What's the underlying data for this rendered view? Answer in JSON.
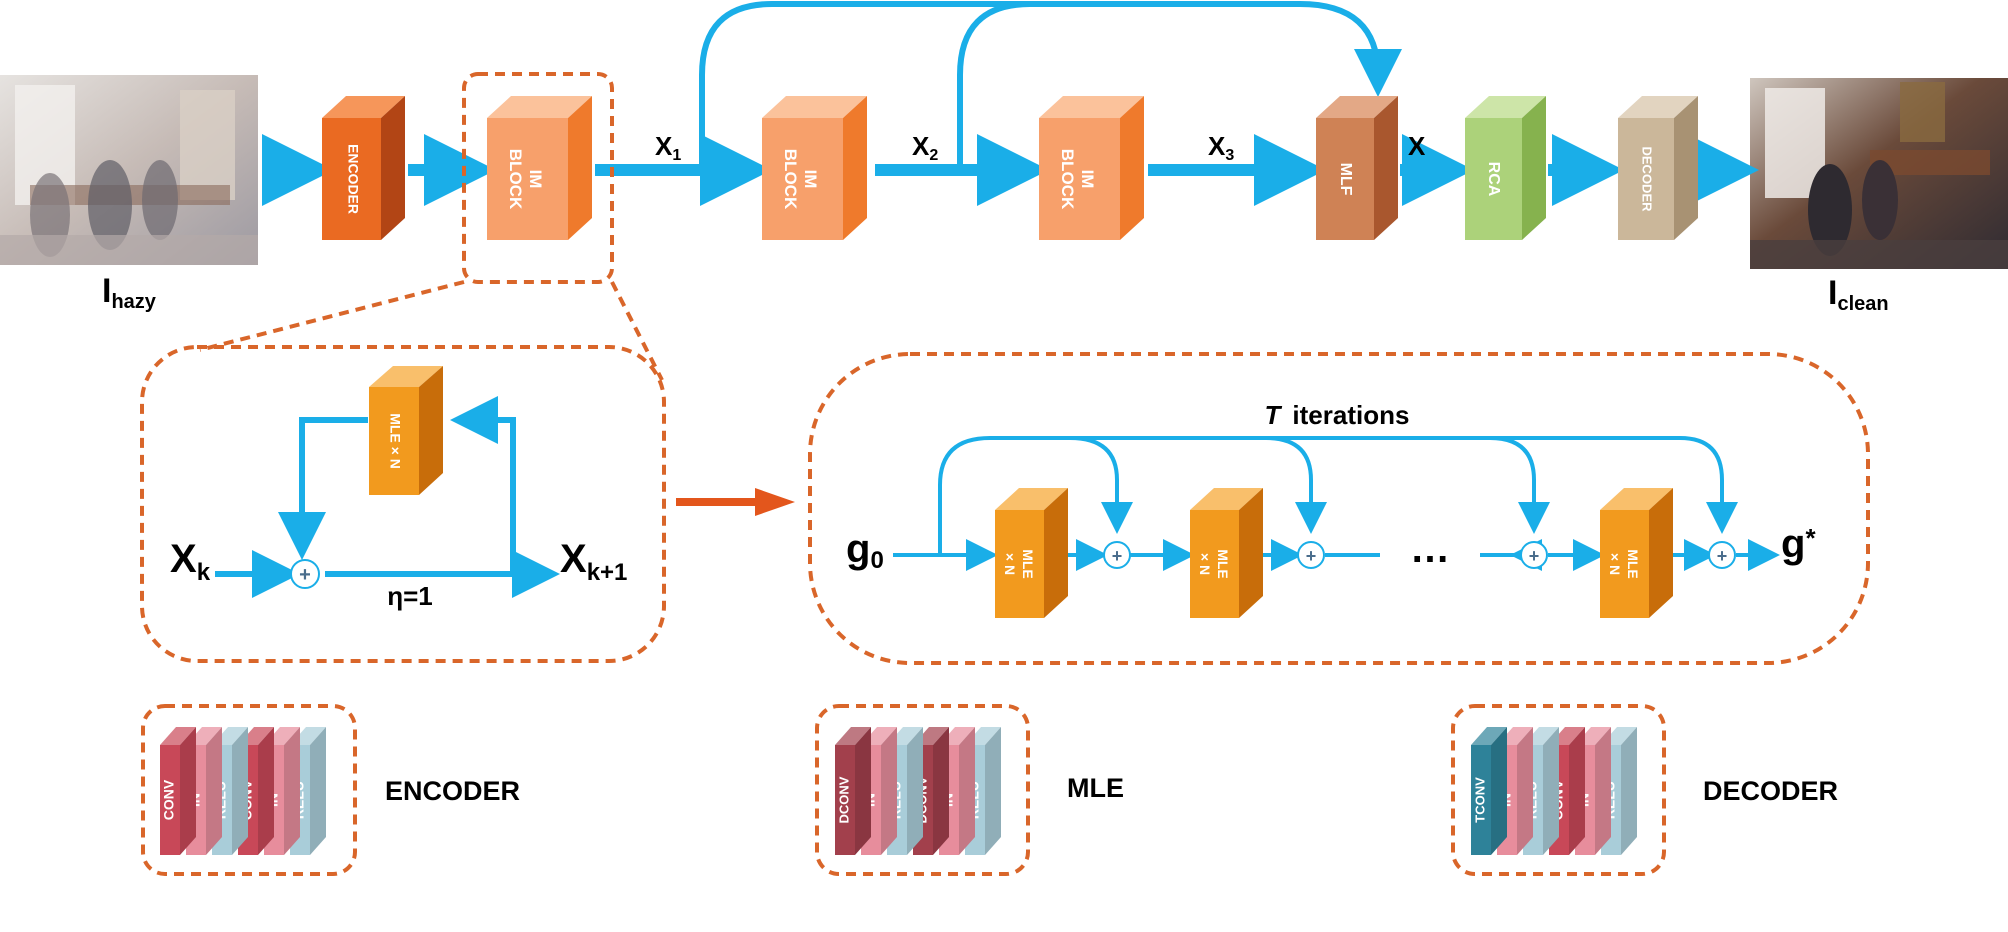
{
  "pipeline": {
    "input_label": "I",
    "input_sub": "hazy",
    "output_label": "I",
    "output_sub": "clean",
    "blocks": {
      "encoder": "ENCODER",
      "im_line1": "IM",
      "im_line2": "BLOCK",
      "mlf": "MLF",
      "rca": "RCA",
      "decoder": "DECODER"
    },
    "features": {
      "x1": "X",
      "x1_sub": "1",
      "x2": "X",
      "x2_sub": "2",
      "x3": "X",
      "x3_sub": "3",
      "x": "X"
    }
  },
  "im_detail": {
    "mle_box": "MLE × N",
    "xk": "X",
    "xk_sub": "k",
    "xk1": "X",
    "xk1_sub": "k+1",
    "eta": "η=1",
    "plus": "+"
  },
  "iterations": {
    "title_t": "T",
    "title_rest": "iterations",
    "g0": "g",
    "g0_sub": "0",
    "gstar": "g",
    "gstar_sup": "*",
    "mle_line1": "MLE",
    "mle_line2": "× N",
    "ellipsis": "…",
    "plus": "+"
  },
  "legend": {
    "encoder": {
      "title": "ENCODER",
      "layers": [
        "CONV",
        "IN",
        "RELU",
        "CONV",
        "IN",
        "RELU"
      ]
    },
    "mle": {
      "title": "MLE",
      "layers": [
        "DCONV",
        "IN",
        "RELU",
        "DCONV",
        "IN",
        "RELU"
      ]
    },
    "decoder": {
      "title": "DECODER",
      "layers": [
        "TCONV",
        "IN",
        "RELU",
        "CONV",
        "IN",
        "RELU"
      ]
    }
  },
  "colors": {
    "arrow": "#1aaee8",
    "dashed": "#d9662a",
    "encoder_front": "#ea6a22",
    "im_front": "#f7a06b",
    "mle_front": "#f29a1e",
    "mlf_front": "#cf8255",
    "rca_front": "#acd27a",
    "decoder_front": "#cbb79a",
    "conv": "#c84858",
    "in": "#e78d9c",
    "relu": "#a9cdd9",
    "dconv": "#a2404c",
    "tconv": "#2e8299"
  }
}
